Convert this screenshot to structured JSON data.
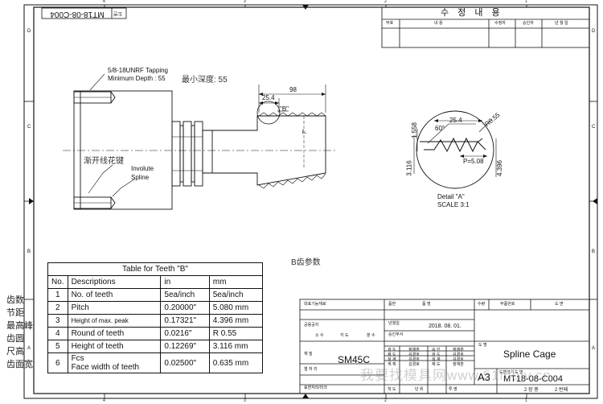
{
  "frame": {
    "top_numbers": [
      "4",
      "3",
      "2",
      "1"
    ],
    "side_letters": [
      "D",
      "C",
      "B",
      "A"
    ],
    "drawing_number_mirrored": "MT18-08-C004",
    "drawing_number_mirrored_prefix": "도번"
  },
  "revision": {
    "title": "수 정 내 용",
    "headers": [
      "부호",
      "내 용",
      "수정자",
      "승인자",
      "년 월 일"
    ]
  },
  "notes": {
    "tapping_line1": "5/8-18UNRF Tapping",
    "tapping_line2": "Minimum Depth : 55",
    "min_depth_cn": "最小深度: 55",
    "spline_cn": "渐开线花键",
    "involute_line1": "Involute",
    "involute_line2": "Spline",
    "b_label": "\"B\"",
    "dim_98": "98",
    "dim_25_4": "25.4",
    "dim_7deg": "7°",
    "b_params_cn": "B齿参数"
  },
  "detail": {
    "dim_1_558": "1.558",
    "dim_60": "60°",
    "dim_25_4": "25.4",
    "dim_r055": "R0.55",
    "dim_p": "P=5.08",
    "dim_3_116": "3.116",
    "dim_4_396": "4.396",
    "label": "Detail \"A\"",
    "scale": "SCALE 3:1"
  },
  "teeth_table": {
    "caption": "Table for Teeth \"B\"",
    "headers": [
      "No.",
      "Descriptions",
      "in",
      "mm"
    ],
    "rows": [
      {
        "no": "1",
        "desc": "No. of teeth",
        "in": "5ea/inch",
        "mm": "5ea/inch"
      },
      {
        "no": "2",
        "desc": "Pitch",
        "in": "0.20000\"",
        "mm": "5.080 mm"
      },
      {
        "no": "3",
        "desc": "Height of max. peak",
        "in": "0.17321\"",
        "mm": "4.396 mm"
      },
      {
        "no": "4",
        "desc": "Round of teeth",
        "in": "0.0216\"",
        "mm": "R 0.55"
      },
      {
        "no": "5",
        "desc": "Height of teeth",
        "in": "0.12269\"",
        "mm": "3.116 mm"
      },
      {
        "no": "6",
        "desc": "Fcs",
        "desc2": "Face width of teeth",
        "in": "0.02500\"",
        "mm": "0.635 mm"
      }
    ]
  },
  "side_labels": [
    "齿数",
    "节距",
    "最高峰",
    "齿圆",
    "尺高",
    "齿面宽"
  ],
  "title_block": {
    "project_label": "대표기능재료",
    "no_label": "품번",
    "name_label": "품 명",
    "qty_label": "수량",
    "part_no_label": "부품번호",
    "remark_label": "도 면",
    "company_label": "공용공지",
    "sub_labels": [
      "소 수",
      "각 도",
      "분 수"
    ],
    "date_label": "년월일",
    "date_value": "2018. 08. 01.",
    "approver_label": "승인부서",
    "material_label": "재 질",
    "material_value": "SM45C",
    "heat_label": "열 처 리",
    "surface_label": "표면처리/마크",
    "sign_labels": [
      "검 도",
      "제 도",
      "설 계",
      "계 획"
    ],
    "sign_names": [
      "정재훈",
      "김경호",
      "김경호",
      "김경호"
    ],
    "sign_labels2": [
      "승 인",
      "검 도",
      "설 계",
      "제 도"
    ],
    "sign_names2": [
      "정재훈",
      "김경호",
      "김경호",
      "정재훈"
    ],
    "scale_label": "척 도",
    "unit_label": "단 위",
    "projection_label": "투 영",
    "title_label": "도 명",
    "title_value": "Spline Cage",
    "size_value": "A3",
    "size_label": "도면크기",
    "number_label": "도 번",
    "number_value": "MT18-08-C004",
    "sheet_value": "2 장 중",
    "sheet_no": "2 번째"
  },
  "watermark": "我要找模具网www.51mujv.cn"
}
